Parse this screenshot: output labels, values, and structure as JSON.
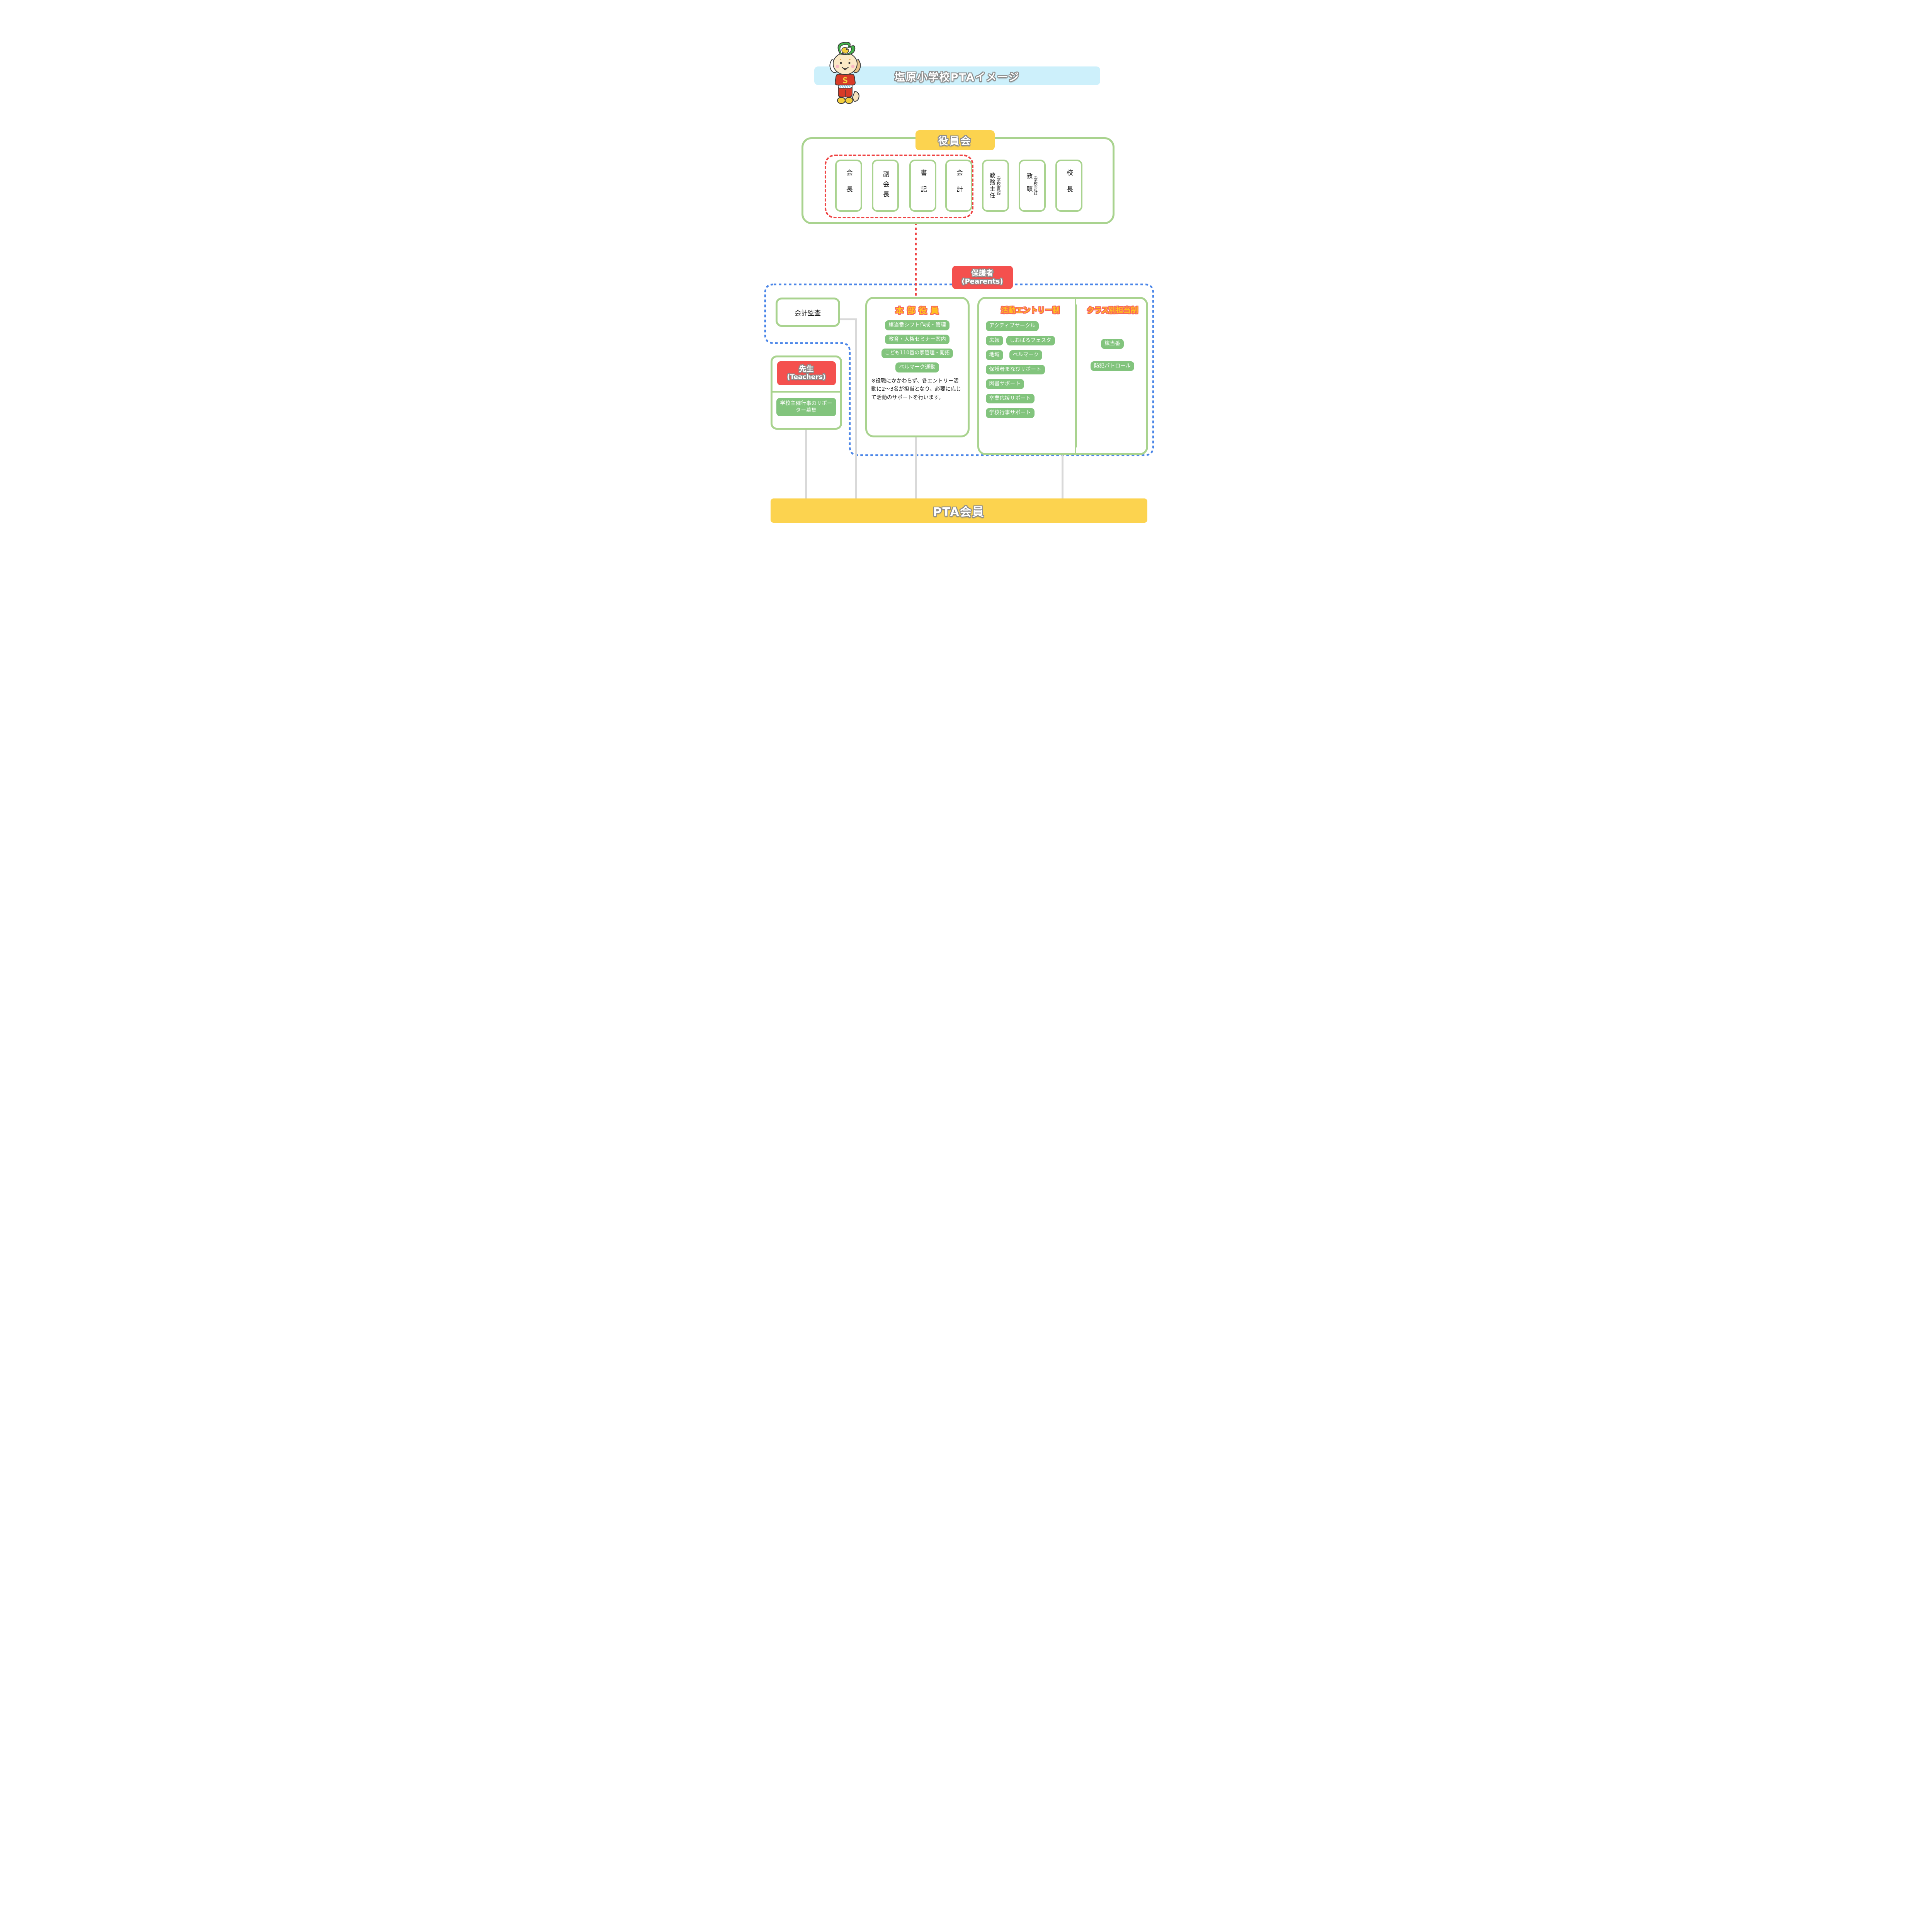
{
  "page_title": "塩原小学校PTAイメージ",
  "mascot": "mascot-dog",
  "yakuinkai": {
    "header": "役員会",
    "officers": [
      {
        "label": "会長",
        "sub": ""
      },
      {
        "label": "副会長",
        "sub": ""
      },
      {
        "label": "書記",
        "sub": ""
      },
      {
        "label": "会計",
        "sub": ""
      },
      {
        "label": "教務主任",
        "sub": "（学校書記）"
      },
      {
        "label": "教頭",
        "sub": "（学校会計）"
      },
      {
        "label": "校長",
        "sub": ""
      }
    ]
  },
  "hogosha": {
    "label_jp": "保護者",
    "label_en": "(Pearents)"
  },
  "kaikei_kansa": {
    "label": "会計監査"
  },
  "honbu": {
    "title": "本 部 役 員",
    "items": [
      "旗当番シフト作成・管理",
      "教育・人権セミナー案内",
      "こども110番の家管理・開拓",
      "ベルマーク運動"
    ],
    "note": "※役職にかかわらず、各エントリー活動に2〜3名が担当となり、必要に応じて活動のサポートを行います。"
  },
  "entry": {
    "title": "活動エントリー制",
    "rows": [
      [
        "アクティブサークル"
      ],
      [
        "広報",
        "しおばるフェスタ"
      ],
      [
        "地域",
        "ベルマーク"
      ],
      [
        "保護者まなびサポート"
      ],
      [
        "図書サポート"
      ],
      [
        "卒業応援サポート"
      ],
      [
        "学校行事サポート"
      ]
    ]
  },
  "class_system": {
    "title": "クラス別担当制",
    "items": [
      "旗当番",
      "防犯パトロール"
    ]
  },
  "sensei": {
    "label_jp": "先生",
    "label_en": "(Teachers)",
    "item": "学校主催行事のサポーター募集"
  },
  "pta_members": {
    "label": "PTA会員"
  },
  "colors": {
    "green_border": "#a9d38f",
    "pill_green": "#82c47d",
    "accent_yellow": "#fcd34f",
    "accent_red": "#f4504e",
    "red_dashed": "#ef4343",
    "blue_dotted": "#4b86e8",
    "banner_blue": "#cdf0fb",
    "section_title_fill": "#ffc41d",
    "section_title_outline": "#f7635c",
    "connector_gray": "#d9d9d9"
  }
}
